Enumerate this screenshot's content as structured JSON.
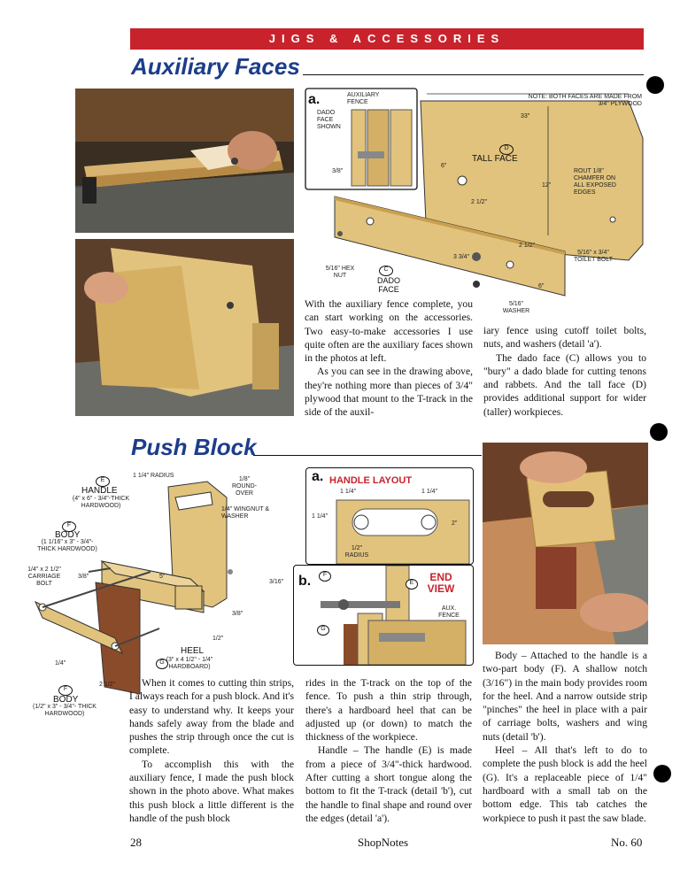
{
  "header": {
    "banner": "JIGS & ACCESSORIES"
  },
  "auxiliary": {
    "title": "Auxiliary Faces",
    "diagram": {
      "detail_a": "a.",
      "aux_fence": "AUXILIARY FENCE",
      "dado_shown": "DADO FACE SHOWN",
      "dim_3_8": "3/8\"",
      "note": "NOTE: BOTH FACES ARE MADE FROM 3/4\" PLYWOOD",
      "dim_33": "33\"",
      "part_d": "D",
      "tall_face": "TALL FACE",
      "dim_6": "6\"",
      "dim_12": "12\"",
      "dim_2_1_2": "2 1/2\"",
      "router_note": "ROUT 1/8\" CHAMFER ON ALL EXPOSED EDGES",
      "dim_3_3_4": "3 3/4\"",
      "dim_2_1_2b": "2 1/2\"",
      "toilet_bolt": "5/16\" x 3/4\" TOILET BOLT",
      "hex_nut": "5/16\" HEX NUT",
      "part_c": "C",
      "dado_face": "DADO FACE",
      "dim_6b": "6\"",
      "washer": "5/16\" WASHER"
    },
    "col1": [
      "With the auxiliary fence complete, you can start working on the accessories. Two easy-to-make accessories I use quite often are the auxiliary faces shown in the photos at left.",
      "As you can see in the drawing above, they're nothing more than pieces of 3/4\" plywood that mount to the T-track in the side of the auxil-"
    ],
    "col2": [
      "iary fence using cutoff toilet bolts, nuts, and washers (detail 'a').",
      "The dado face (C) allows you to \"bury\" a dado blade for cutting tenons and rabbets. And the tall face (D) provides additional support for wider (taller) workpieces."
    ]
  },
  "push": {
    "title": "Push Block",
    "diagram": {
      "part_e": "E",
      "handle": "HANDLE",
      "handle_spec": "(4\" x 6\" - 3/4\"-THICK HARDWOOD)",
      "radius": "1 1/4\" RADIUS",
      "roundover": "1/8\" ROUND-OVER",
      "wingnut": "1/4\" WINGNUT & WASHER",
      "part_f": "F",
      "body": "BODY",
      "body_spec": "(1 1/16\" x 3\" - 3/4\"- THICK HARDWOOD)",
      "carriage": "1/4\" x 2 1/2\" CARRIAGE BOLT",
      "dim_3_8": "3/8\"",
      "dim_5": "5\"",
      "dim_3_16": "3/16\"",
      "dim_3_8b": "3/8\"",
      "dim_1_2": "1/2\"",
      "heel": "HEEL",
      "heel_spec": "(3\" x 4 1/2\" - 1/4\" HARDBOARD)",
      "part_g": "G",
      "dim_1_4": "1/4\"",
      "dim_2_1_2": "2 1/2\"",
      "part_f2": "F",
      "body2": "BODY",
      "body2_spec": "(1/2\" x 3\" - 3/4\"- THICK HARDWOOD)"
    },
    "detail_a": {
      "letter": "a.",
      "title": "HANDLE LAYOUT",
      "dim_1_1_4": "1 1/4\"",
      "dim_1_1_4b": "1 1/4\"",
      "dim_1_1_4c": "1 1/4\"",
      "dim_2": "2\"",
      "radius": "1/2\" RADIUS"
    },
    "detail_b": {
      "letter": "b.",
      "part_f": "F",
      "part_e": "E",
      "title": "END VIEW",
      "aux_fence": "AUX. FENCE",
      "part_g": "G"
    },
    "col1": [
      "When it comes to cutting thin strips, I always reach for a push block. And it's easy to understand why. It keeps your hands safely away from the blade and pushes the strip through once the cut is complete.",
      "To accomplish this with the auxiliary fence, I made the push block shown in the photo above. What makes this push block a little different is the handle of the push block"
    ],
    "col2": [
      "rides in the T-track on the top of the fence. To push a thin strip through, there's a hardboard heel that can be adjusted up (or down) to match the thickness of the workpiece.",
      "Handle – The handle (E) is made from a piece of 3/4\"-thick hardwood. After cutting a short tongue along the bottom to fit the T-track (detail 'b'), cut the handle to final shape and round over the edges (detail 'a')."
    ],
    "col3": [
      "Body – Attached to the handle is a two-part body (F). A shallow notch (3/16\") in the main body provides room for the heel. And a narrow outside strip \"pinches\" the heel in place with a pair of carriage bolts, washers and wing nuts (detail 'b').",
      "Heel – All that's left to do to complete the push block is add the heel (G). It's a replaceable piece of 1/4\" hardboard with a small tab on the bottom edge. This tab catches the workpiece to push it past the saw blade."
    ]
  },
  "footer": {
    "page": "28",
    "magazine": "ShopNotes",
    "issue": "No. 60"
  },
  "colors": {
    "banner": "#c8232c",
    "title": "#1d3d8a",
    "wood": "#e1c37d",
    "wood_dark": "#a8833a"
  }
}
